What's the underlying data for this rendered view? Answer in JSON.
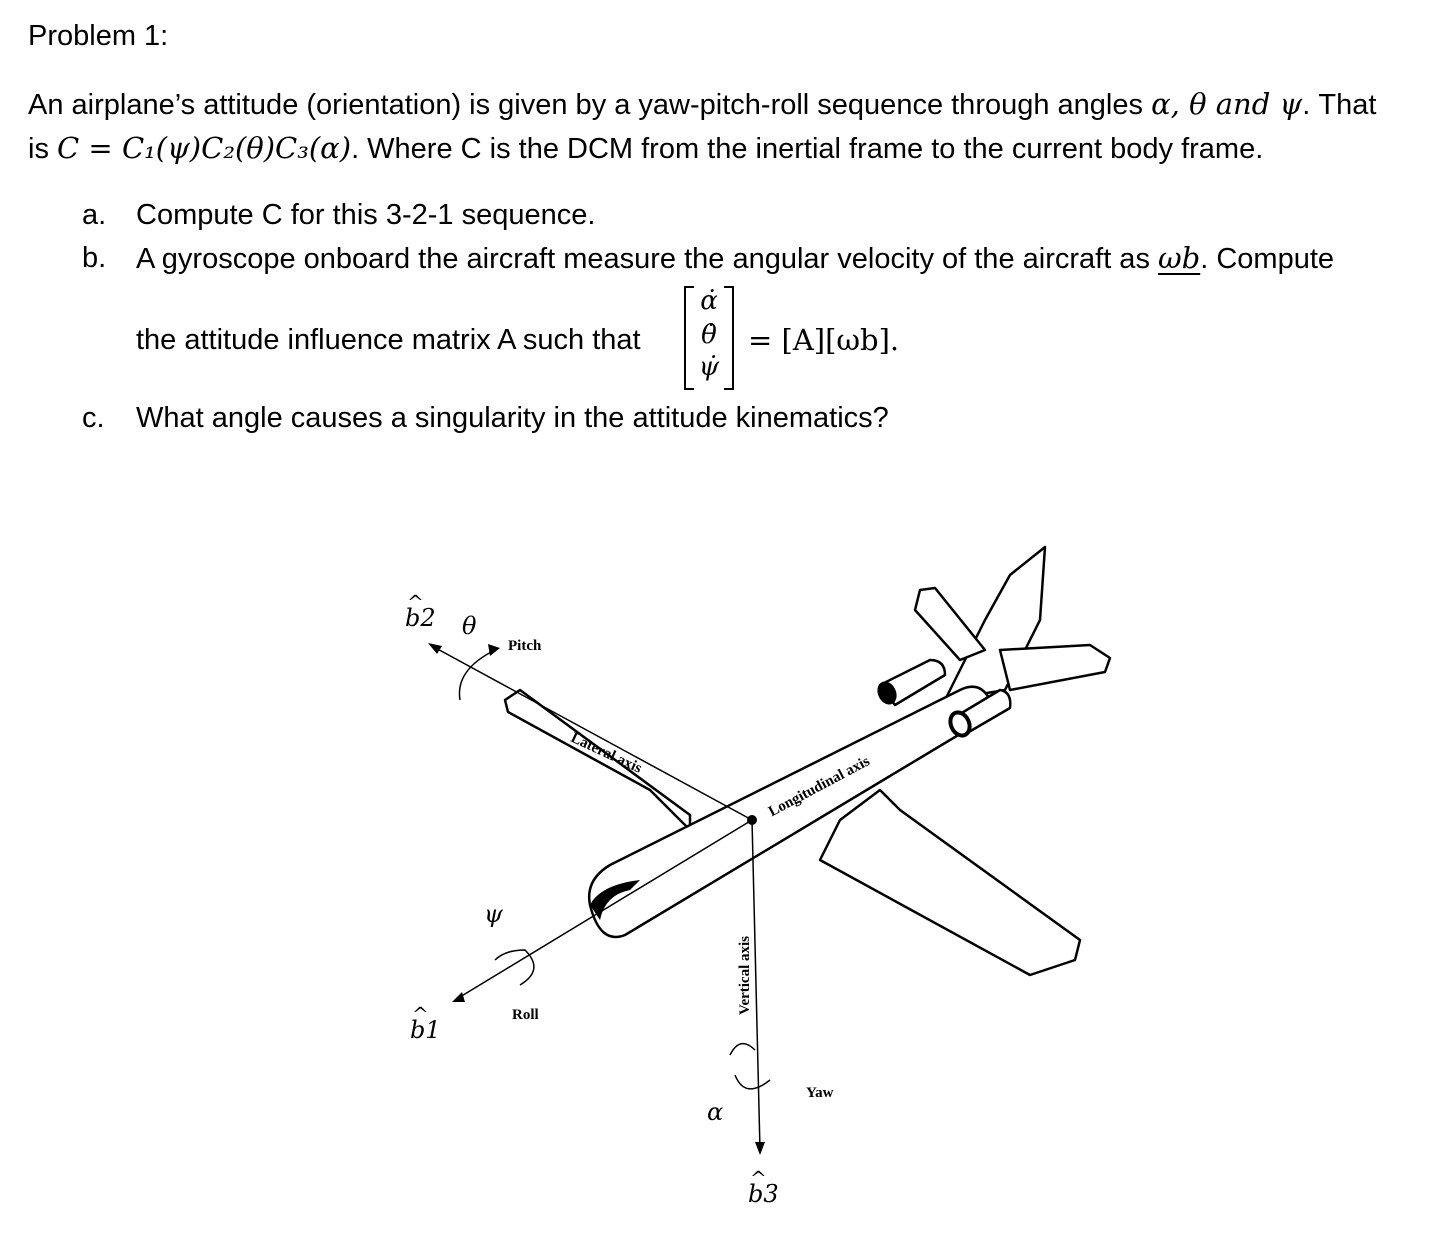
{
  "problem": {
    "heading": "Problem 1:",
    "intro_line1": "An airplane’s attitude (orientation) is given by a yaw-pitch-roll sequence through angles",
    "intro_angles": "α, θ and ψ",
    "intro_that": ". That",
    "intro_line2_prefix": "is",
    "dcm_equation": "C = C₁(ψ)C₂(θ)C₃(α)",
    "intro_line2_suffix": ". Where C is the DCM from the inertial frame to the current body frame.",
    "items": [
      {
        "marker": "a.",
        "text": "Compute C for this 3-2-1 sequence."
      },
      {
        "marker": "b.",
        "text": "A gyroscope onboard the aircraft measure the angular velocity of the aircraft as",
        "symbol": "ωb",
        "suffix": ". Compute"
      },
      {
        "marker": "c.",
        "text": "What angle causes a singularity in the attitude kinematics?"
      }
    ],
    "item_b_line2": "the attitude influence matrix A such that",
    "matrix_entries": [
      "α̇",
      "θ̇",
      "ψ̇"
    ],
    "rhs": "= [A][ωb]."
  },
  "figure": {
    "labels": {
      "b2": "b2",
      "theta": "θ",
      "pitch": "Pitch",
      "lateral_axis": "Lateral axis",
      "longitudinal_axis": "Longitudinal axis",
      "psi": "ψ",
      "roll": "Roll",
      "b1": "b1",
      "vertical_axis": "Vertical axis",
      "alpha": "α",
      "yaw": "Yaw",
      "b3": "b3"
    }
  }
}
